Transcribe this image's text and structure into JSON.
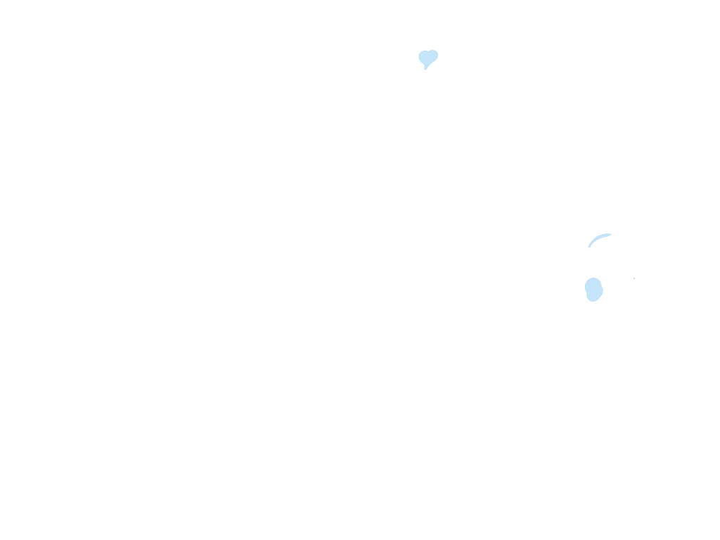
{
  "map": {
    "background_color": "#ffffff",
    "feature_fill": "#bfe3fb",
    "feature_stroke": "#9fd2f7",
    "features": [
      {
        "name": "water-blob-top",
        "icon": "water-feature"
      },
      {
        "name": "water-arc-right",
        "icon": "water-feature"
      },
      {
        "name": "water-blob-lower-right",
        "icon": "water-feature"
      },
      {
        "name": "water-dot",
        "icon": "water-feature"
      }
    ]
  }
}
